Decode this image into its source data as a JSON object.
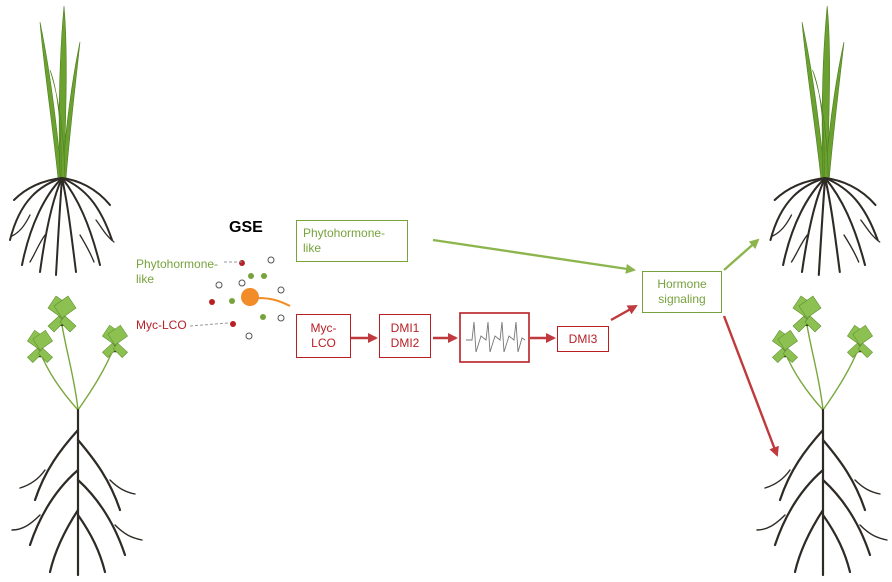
{
  "gse_label": "GSE",
  "left_labels": {
    "phytohormone": "Phytohormone-\nlike",
    "myc_lco": "Myc-LCO"
  },
  "boxes": {
    "phytohormone_like": "Phytohormone-\nlike",
    "myc_lco": "Myc-\nLCO",
    "dmi1_dmi2": "DMI1\nDMI2",
    "dmi3": "DMI3",
    "hormone_signaling": "Hormone\nsignaling"
  },
  "colors": {
    "green": "#77a23c",
    "red": "#b71f24",
    "root": "#2e2a25",
    "leaf": "#8cc152",
    "leaf_dark": "#3b3126",
    "spore": "#f28c28"
  },
  "icons": [
    "grass-plant-icon",
    "legume-plant-icon",
    "spore-icon",
    "calcium-spiking-trace-icon"
  ]
}
